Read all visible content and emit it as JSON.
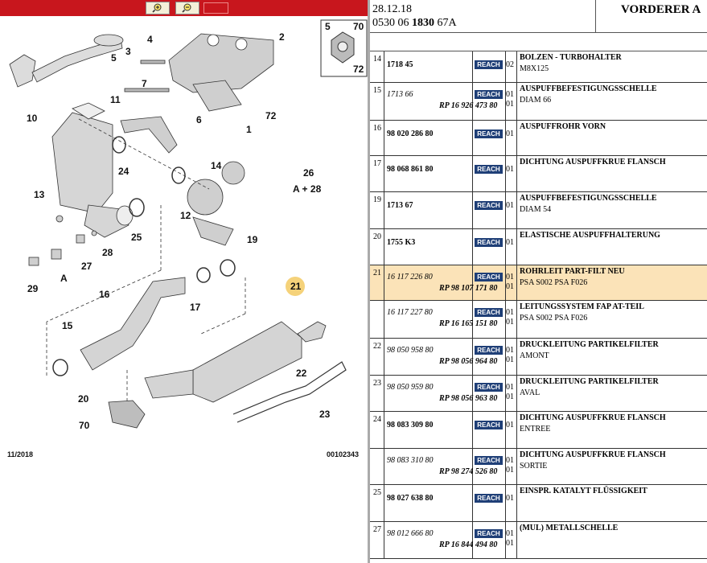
{
  "toolbar": {
    "zoom_in_icon": "zoom-in-icon",
    "zoom_out_icon": "zoom-out-icon",
    "accent": "#c8161d"
  },
  "diagram": {
    "callouts": [
      "1",
      "2",
      "3",
      "4",
      "5",
      "6",
      "7",
      "10",
      "11",
      "12",
      "13",
      "14",
      "15",
      "16",
      "17",
      "19",
      "20",
      "21",
      "22",
      "23",
      "24",
      "25",
      "26",
      "A + 28",
      "27",
      "28",
      "29",
      "A",
      "70",
      "72"
    ],
    "inset": {
      "top_label": "5",
      "right_label": "70",
      "bottom_label": "72"
    },
    "highlight_callout": "21",
    "footer_left": "11/2018",
    "footer_right": "00102343"
  },
  "header": {
    "date": "28.12.18",
    "ref_prefix": "0530 06 ",
    "ref_bold": "1830",
    "ref_suffix": " 67A",
    "title": "VORDERER A"
  },
  "rows": [
    {
      "no": "14",
      "pn": "1718 45",
      "pn_style": "b",
      "pn2": "",
      "reach": "REACH",
      "qty": "02",
      "qty2": "",
      "desc": "BOLZEN - TURBOHALTER",
      "sub": "M8X125",
      "highlight": false,
      "h": 39
    },
    {
      "no": "15",
      "pn": "1713 66",
      "pn_style": "i",
      "pn2": "RP 16 926 473 80",
      "reach": "REACH",
      "qty": "01",
      "qty2": "01",
      "desc": "AUSPUFFBEFESTIGUNGSSCHELLE",
      "sub": "DIAM 66",
      "highlight": false,
      "h": 47
    },
    {
      "no": "16",
      "pn": "98 020 286 80",
      "pn_style": "b",
      "pn2": "",
      "reach": "REACH",
      "qty": "01",
      "qty2": "",
      "desc": "AUSPUFFROHR VORN",
      "sub": "",
      "highlight": false,
      "h": 44
    },
    {
      "no": "17",
      "pn": "98 068 861 80",
      "pn_style": "b",
      "pn2": "",
      "reach": "REACH",
      "qty": "01",
      "qty2": "",
      "desc": "DICHTUNG AUSPUFFKRUE FLANSCH",
      "sub": "",
      "highlight": false,
      "h": 45
    },
    {
      "no": "19",
      "pn": "1713 67",
      "pn_style": "b",
      "pn2": "",
      "reach": "REACH",
      "qty": "01",
      "qty2": "",
      "desc": "AUSPUFFBEFESTIGUNGSSCHELLE",
      "sub": "DIAM 54",
      "highlight": false,
      "h": 46
    },
    {
      "no": "20",
      "pn": "1755 K3",
      "pn_style": "b",
      "pn2": "",
      "reach": "REACH",
      "qty": "01",
      "qty2": "",
      "desc": "ELASTISCHE AUSPUFFHALTERUNG",
      "sub": "",
      "highlight": false,
      "h": 45
    },
    {
      "no": "21",
      "pn": "16 117 226 80",
      "pn_style": "i",
      "pn2": "RP 98 107 171 80",
      "reach": "REACH",
      "qty": "01",
      "qty2": "01",
      "desc": "ROHRLEIT PART-FILT NEU",
      "sub": "PSA S002 PSA F026",
      "highlight": true,
      "h": 44
    },
    {
      "no": "",
      "pn": "16 117 227 80",
      "pn_style": "i",
      "pn2": "RP 16 165 151 80",
      "reach": "REACH",
      "qty": "01",
      "qty2": "01",
      "desc": "LEITUNGSSYSTEM FAP AT-TEIL",
      "sub": "PSA S002 PSA F026",
      "highlight": false,
      "h": 47
    },
    {
      "no": "22",
      "pn": "98 050 958 80",
      "pn_style": "i",
      "pn2": "RP 98 056 964 80",
      "reach": "REACH",
      "qty": "01",
      "qty2": "01",
      "desc": "DRUCKLEITUNG PARTIKELFILTER",
      "sub": "AMONT",
      "highlight": false,
      "h": 46
    },
    {
      "no": "23",
      "pn": "98 050 959 80",
      "pn_style": "i",
      "pn2": "RP 98 056 963 80",
      "reach": "REACH",
      "qty": "01",
      "qty2": "01",
      "desc": "DRUCKLEITUNG PARTIKELFILTER",
      "sub": "AVAL",
      "highlight": false,
      "h": 45
    },
    {
      "no": "24",
      "pn": "98 083 309 80",
      "pn_style": "b",
      "pn2": "",
      "reach": "REACH",
      "qty": "01",
      "qty2": "",
      "desc": "DICHTUNG AUSPUFFKRUE FLANSCH",
      "sub": "ENTREE",
      "highlight": false,
      "h": 46
    },
    {
      "no": "",
      "pn": "98 083 310 80",
      "pn_style": "i",
      "pn2": "RP 98 274 526 80",
      "reach": "REACH",
      "qty": "01",
      "qty2": "01",
      "desc": "DICHTUNG AUSPUFFKRUE FLANSCH",
      "sub": "SORTIE",
      "highlight": false,
      "h": 45
    },
    {
      "no": "25",
      "pn": "98 027 638 80",
      "pn_style": "b",
      "pn2": "",
      "reach": "REACH",
      "qty": "01",
      "qty2": "",
      "desc": "EINSPR. KATALYT FLÜSSIGKEIT",
      "sub": "",
      "highlight": false,
      "h": 46
    },
    {
      "no": "27",
      "pn": "98 012 666 80",
      "pn_style": "i",
      "pn2": "RP 16 844 494 80",
      "reach": "REACH",
      "qty": "01",
      "qty2": "01",
      "desc": "(MUL) METALLSCHELLE",
      "sub": "",
      "highlight": false,
      "h": 46
    }
  ]
}
